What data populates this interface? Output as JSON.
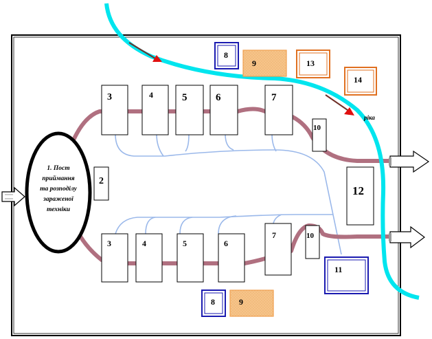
{
  "post_label": [
    "1. Пост",
    "приймання",
    "та розподілу",
    "зараженої",
    "техніки"
  ],
  "river_label": "ріка",
  "boxes": {
    "b2": "2",
    "b3_top": "3",
    "b4_top": "4",
    "b5_top": "5",
    "b6_top": "6",
    "b7_top": "7",
    "b10_top": "10",
    "b3_bot": "3",
    "b4_bot": "4",
    "b5_bot": "5",
    "b6_bot": "6",
    "b7_bot": "7",
    "b10_bot": "10",
    "b11": "11",
    "b12": "12",
    "b8_top": "8",
    "b9_top": "9",
    "b13": "13",
    "b14": "14",
    "b8_bot": "8",
    "b9_bot": "9"
  },
  "colors": {
    "river": "#00e5ee",
    "road": "#b07080",
    "pipe": "#9ab8ea",
    "blue_border": "#1a1ab0",
    "orange_border": "#e07020",
    "orange_fill": "#f8c890",
    "flow_arrow": "#e01010"
  }
}
